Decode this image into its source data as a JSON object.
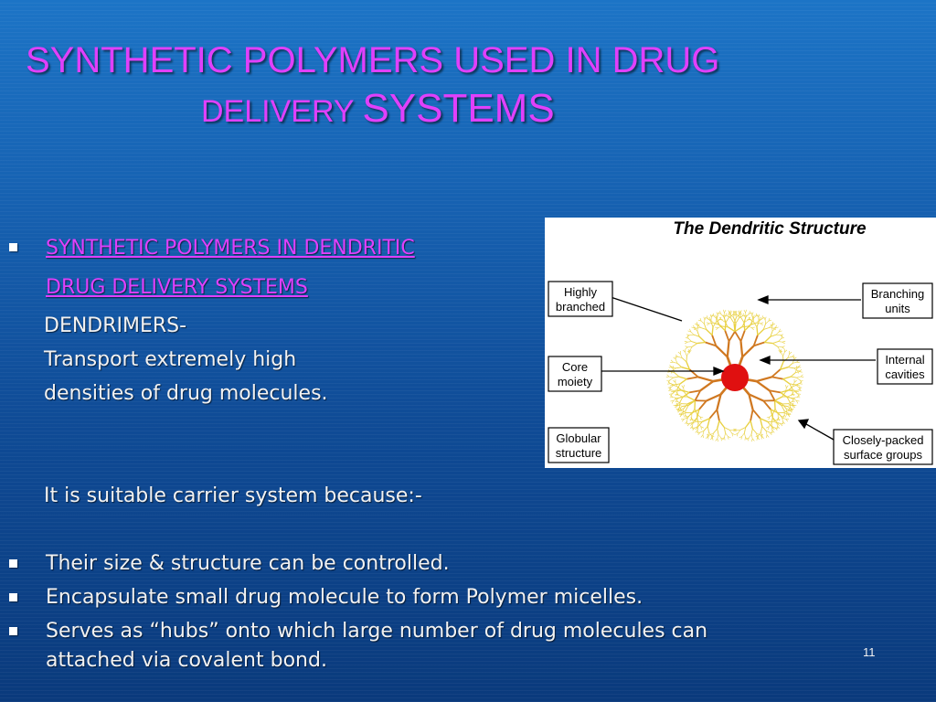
{
  "slide": {
    "title_line1": "SYNTHETIC POLYMERS USED IN DRUG",
    "title_line2_a": "DELIVERY ",
    "title_line2_b": "SYSTEMS",
    "heading_line1": "SYNTHETIC POLYMERS IN DENDRITIC",
    "heading_line2": "DRUG DELIVERY SYSTEMS",
    "dendrimers": "DENDRIMERS-",
    "transport_line1": "Transport extremely high",
    "transport_line2": "densities of drug molecules.",
    "suitable": "It is suitable carrier system because:-",
    "bullets": [
      "Their size & structure can be controlled.",
      "Encapsulate small drug molecule to form Polymer micelles.",
      "Serves as “hubs” onto which large number of drug molecules can",
      "attached via covalent bond."
    ],
    "slide_number": "11"
  },
  "figure": {
    "title": "The Dendritic Structure",
    "labels": {
      "highly_branched": [
        "Highly",
        "branched"
      ],
      "branching_units": [
        "Branching",
        "units"
      ],
      "core_moiety": [
        "Core",
        "moiety"
      ],
      "internal_cavities": [
        "Internal",
        "cavities"
      ],
      "globular_structure": [
        "Globular",
        "structure"
      ],
      "closely_packed": [
        "Closely-packed",
        "surface groups"
      ]
    }
  },
  "colors": {
    "accent": "#e040fb",
    "body_text": "#f2f2f2",
    "core": "#e01010",
    "branch_inner": "#d07820",
    "branch_outer": "#e8d040"
  }
}
